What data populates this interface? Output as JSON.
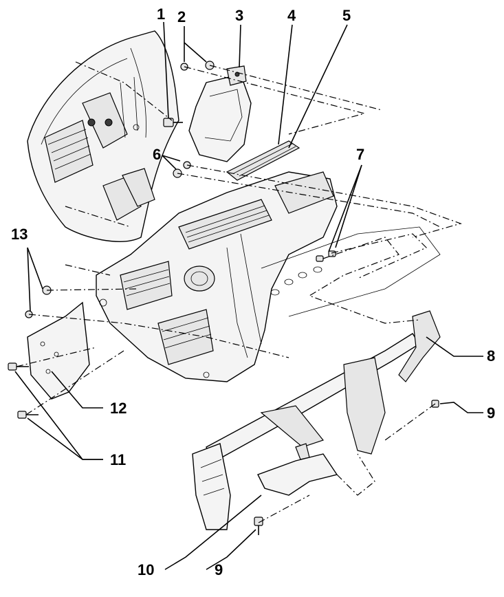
{
  "diagram": {
    "callouts": [
      "1",
      "2",
      "3",
      "4",
      "5",
      "6",
      "7",
      "8",
      "9",
      "9",
      "10",
      "11",
      "12",
      "13"
    ]
  }
}
